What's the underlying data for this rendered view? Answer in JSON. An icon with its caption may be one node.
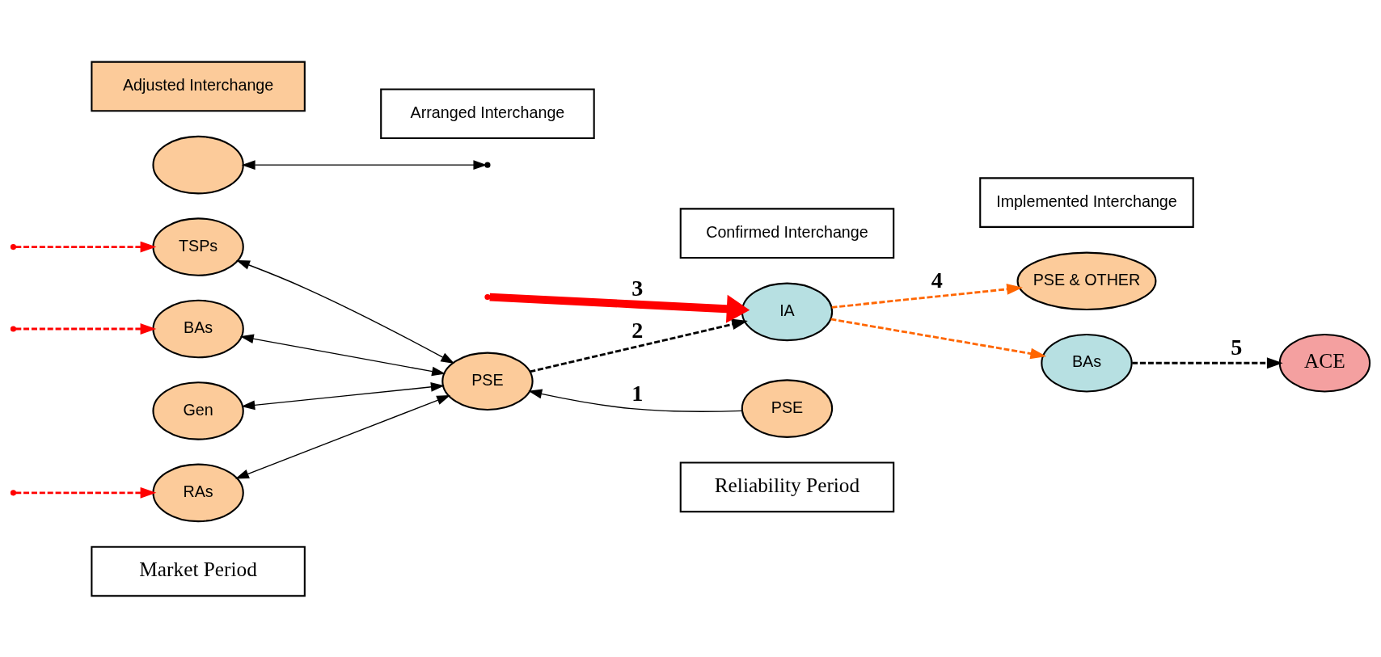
{
  "diagram": {
    "nodes": [
      {
        "text": [
          "Market Period"
        ]
      },
      {
        "text": [
          "Reliability Period"
        ]
      },
      {
        "text": [
          "RAs"
        ]
      },
      {
        "text": [
          "TSPs"
        ]
      },
      {
        "text": [
          "BAs"
        ]
      },
      {
        "text": [
          "Gen"
        ]
      },
      {
        "text": [],
        "shape": "ellipse"
      },
      {
        "text": [
          "PSE"
        ]
      },
      {
        "text": [
          "PSE & OTHER"
        ]
      },
      {
        "text": [
          "IA"
        ]
      },
      {
        "text": [
          "BAs"
        ]
      },
      {
        "text": [
          "ACE"
        ]
      },
      {
        "text": [
          "PSE"
        ]
      },
      {
        "text": [
          "Adjusted Interchange"
        ]
      },
      {
        "text": [
          "Arranged Interchange"
        ]
      },
      {
        "text": [
          "Confirmed Interchange"
        ]
      },
      {
        "text": [
          "Implemented Interchange"
        ]
      }
    ],
    "edges": [
      {
        "from": 2,
        "to": 7,
        "arrow": "both"
      },
      {
        "from": 3,
        "to": 7,
        "arrow": "both"
      },
      {
        "from": 4,
        "to": 7,
        "arrow": "both"
      },
      {
        "from": 5,
        "to": 7,
        "arrow": "both"
      },
      {
        "from": 6,
        "to": null,
        "arrow": "both"
      },
      {
        "from": 12,
        "to": 7,
        "arrow": "to",
        "label": "1"
      },
      {
        "from": 7,
        "to": 9,
        "arrow": "to",
        "label": "2",
        "style": "dashed"
      },
      {
        "from": null,
        "to": 9,
        "arrow": "to",
        "label": "3",
        "style": "thick",
        "color": "#ff0000"
      },
      {
        "from": null,
        "to": 2,
        "arrow": "to",
        "style": "dashed",
        "color": "#ff0000"
      },
      {
        "from": null,
        "to": 3,
        "arrow": "to",
        "style": "dashed",
        "color": "#ff0000"
      },
      {
        "from": null,
        "to": 4,
        "arrow": "to",
        "style": "dashed",
        "color": "#ff0000"
      },
      {
        "from": 9,
        "to": 8,
        "arrow": "to",
        "label": "4",
        "style": "dashed",
        "color": "#ff6600"
      },
      {
        "from": 9,
        "to": 10,
        "arrow": "to",
        "style": "dashed",
        "color": "#ff6600"
      },
      {
        "from": 10,
        "to": 11,
        "arrow": "to",
        "label": "5",
        "style": "dashed"
      }
    ]
  }
}
